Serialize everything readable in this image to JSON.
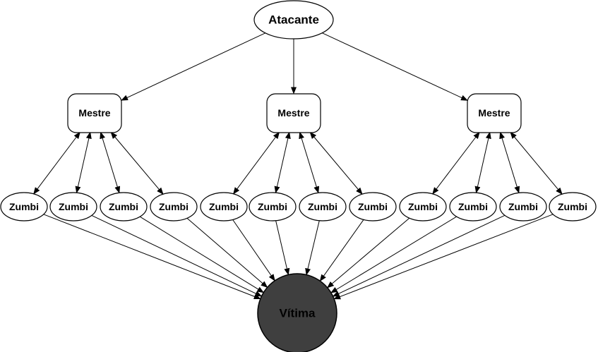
{
  "attacker": {
    "label": "Atacante"
  },
  "masters": [
    {
      "label": "Mestre"
    },
    {
      "label": "Mestre"
    },
    {
      "label": "Mestre"
    }
  ],
  "zombies": [
    {
      "label": "Zumbi",
      "master": 0
    },
    {
      "label": "Zumbi",
      "master": 0
    },
    {
      "label": "Zumbi",
      "master": 0
    },
    {
      "label": "Zumbi",
      "master": 0
    },
    {
      "label": "Zumbi",
      "master": 1
    },
    {
      "label": "Zumbi",
      "master": 1
    },
    {
      "label": "Zumbi",
      "master": 1
    },
    {
      "label": "Zumbi",
      "master": 1
    },
    {
      "label": "Zumbi",
      "master": 2
    },
    {
      "label": "Zumbi",
      "master": 2
    },
    {
      "label": "Zumbi",
      "master": 2
    },
    {
      "label": "Zumbi",
      "master": 2
    }
  ],
  "victim": {
    "label": "Vítima"
  },
  "colors": {
    "node_fill": "#ffffff",
    "victim_fill": "#3f3f3f",
    "stroke": "#000000"
  }
}
